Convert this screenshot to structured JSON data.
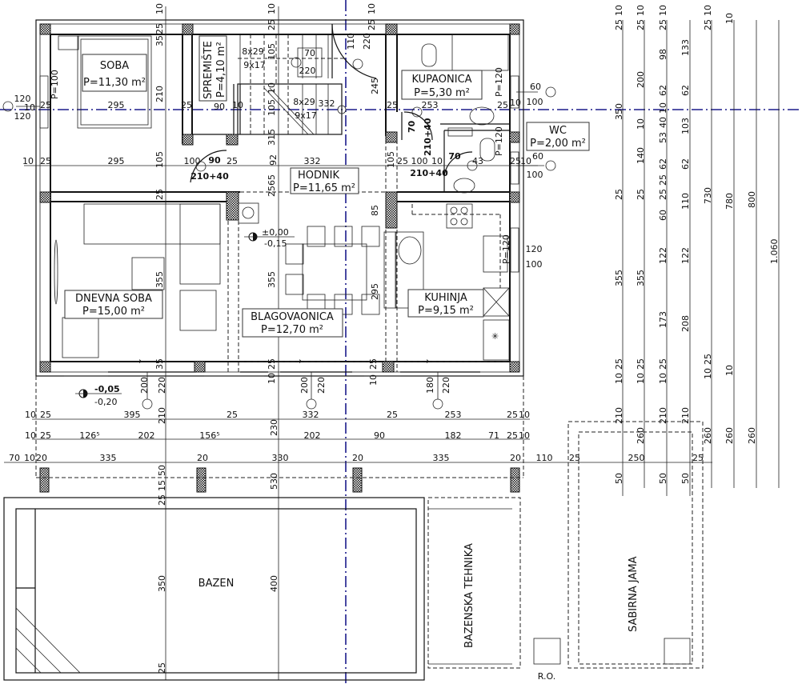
{
  "rooms": {
    "soba": {
      "name": "SOBA",
      "area": "P=11,30 m²"
    },
    "spremiste": {
      "name": "SPREMIŠTE",
      "area": "P=4,10 m²"
    },
    "kupaonica": {
      "name": "KUPAONICA",
      "area": "P=5,30 m²"
    },
    "wc": {
      "name": "WC",
      "area": "P=2,00 m²"
    },
    "hodnik": {
      "name": "HODNIK",
      "area": "P=11,65 m²"
    },
    "dnevna": {
      "name": "DNEVNA SOBA",
      "area": "P=15,00 m²"
    },
    "blagovaonica": {
      "name": "BLAGOVAONICA",
      "area": "P=12,70 m²"
    },
    "kuhinja": {
      "name": "KUHINJA",
      "area": "P=9,15 m²"
    }
  },
  "outdoor": {
    "bazen": "BAZEN",
    "bazenska_tehnika": "BAZENSKA TEHNIKA",
    "sabirna_jama": "SABIRNA JAMA",
    "ro": "R.O."
  },
  "levels": {
    "interior_top": "±0,00",
    "interior_bottom": "-0,15",
    "exterior_top": "-0,05",
    "exterior_bottom": "-0,20"
  },
  "annotations": [
    "8x29",
    "9x17",
    "70",
    "220",
    "8x29",
    "9x17",
    "90",
    "210+40",
    "70",
    "210+40",
    "70",
    "210+40",
    "P=120",
    "P=120",
    "P=120"
  ],
  "dimensions": [
    "120",
    "10",
    "120",
    "25",
    "P=100",
    "295",
    "210",
    "25",
    "90",
    "10",
    "332",
    "25",
    "253",
    "25",
    "10",
    "60",
    "100",
    "10",
    "25",
    "295",
    "105",
    "100",
    "25",
    "92",
    "332",
    "105",
    "25",
    "100",
    "10",
    "43",
    "25",
    "10",
    "60",
    "100",
    "10",
    "35",
    "25",
    "10",
    "25",
    "105",
    "10",
    "105",
    "315",
    "65",
    "25",
    "10",
    "25",
    "110",
    "220",
    "245",
    "25",
    "355",
    "355",
    "85",
    "295",
    "120",
    "100",
    "35",
    "200",
    "220",
    "25",
    "10",
    "200",
    "220",
    "25",
    "10",
    "180",
    "220",
    "10",
    "25",
    "395",
    "210",
    "25",
    "332",
    "25",
    "253",
    "25",
    "10",
    "10",
    "25",
    "126⁵",
    "202",
    "156⁵",
    "230",
    "202",
    "90",
    "182",
    "71",
    "25",
    "10",
    "70",
    "10",
    "20",
    "335",
    "20",
    "330",
    "20",
    "335",
    "20",
    "110",
    "25",
    "250",
    "25",
    "50",
    "15",
    "25",
    "530",
    "350",
    "400",
    "25",
    "25",
    "10",
    "350",
    "25",
    "355",
    "25",
    "10",
    "210",
    "50",
    "25",
    "10",
    "200",
    "10",
    "140",
    "25",
    "355",
    "25",
    "10",
    "260",
    "25",
    "10",
    "98",
    "62",
    "10",
    "40",
    "53",
    "62",
    "25",
    "25",
    "60",
    "122",
    "173",
    "25",
    "10",
    "210",
    "50",
    "133",
    "62",
    "103",
    "62",
    "110",
    "122",
    "208",
    "210",
    "50",
    "25",
    "10",
    "730",
    "10",
    "25",
    "260",
    "10",
    "780",
    "10",
    "260",
    "800",
    "260",
    "1.060"
  ],
  "colors": {
    "axis": "#1c1c8a",
    "line": "#111111"
  }
}
